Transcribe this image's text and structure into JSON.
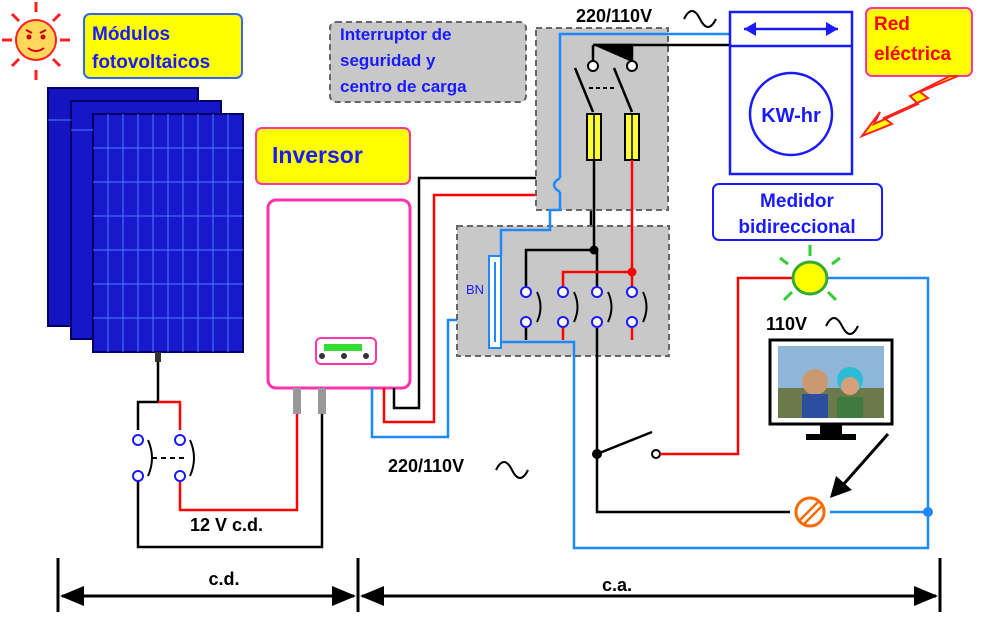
{
  "labels": {
    "modules": [
      "Módulos",
      "fotovoltaicos"
    ],
    "inverter": "Inversor",
    "breaker": [
      "Interruptor de",
      "seguridad y",
      "centro de carga"
    ],
    "grid": [
      "Red",
      "eléctrica"
    ],
    "meter_reading": "KW-hr",
    "meter": [
      "Medidor",
      "bidireccional"
    ],
    "volt_top": "220/110V",
    "volt_bottom": "220/110V",
    "volt_load": "110V",
    "dc_12v": "12 V c.d.",
    "neutral_bar": "BN",
    "dc_span": "c.d.",
    "ac_span": "c.a."
  },
  "icons": {
    "sun": "sun-face-icon",
    "bulb": "light-bulb-icon",
    "tv": "television-icon",
    "outlet": "outlet-icon",
    "lightning": "lightning-bolt-icon",
    "sine": "sine-wave-icon"
  },
  "colors": {
    "label_fill": "#ffff00",
    "label_text": "#1a1aff",
    "grid_text": "#ff0000",
    "panel_blue": "#1515c8",
    "wire_red": "#ff0000",
    "wire_black": "#000000",
    "wire_blue": "#1e88ff",
    "box_gray": "#c8c8c8",
    "fuse_yellow": "#ffff33"
  }
}
